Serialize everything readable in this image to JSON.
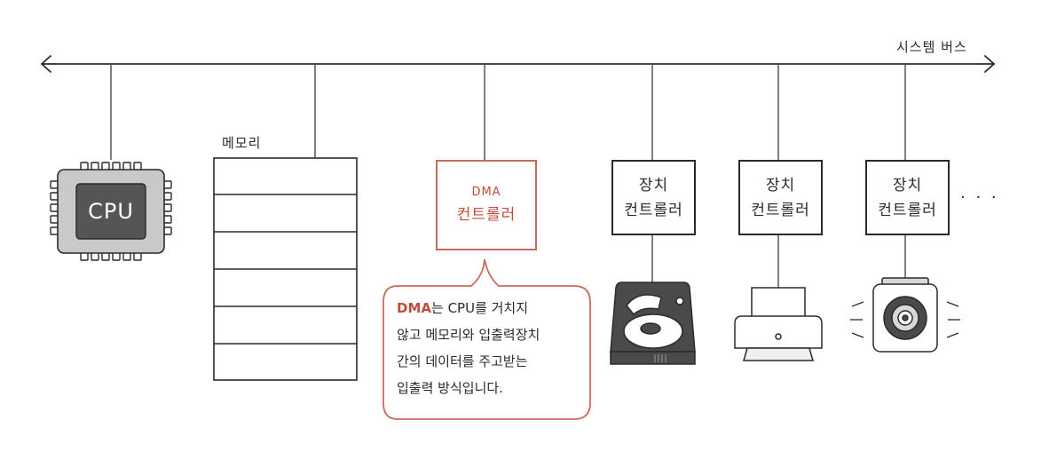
{
  "bus": {
    "label": "시스템 버스"
  },
  "cpu": {
    "label": "CPU"
  },
  "memory": {
    "label": "메모리",
    "cells": 6
  },
  "dma_controller": {
    "line1": "DMA",
    "line2": "컨트롤러"
  },
  "device_controllers": [
    {
      "line1": "장치",
      "line2": "컨트롤러",
      "device": "hard-disk-icon"
    },
    {
      "line1": "장치",
      "line2": "컨트롤러",
      "device": "printer-icon"
    },
    {
      "line1": "장치",
      "line2": "컨트롤러",
      "device": "speaker-icon"
    }
  ],
  "more": "· · ·",
  "callout": {
    "highlight": "DMA",
    "line1_rest": "는 CPU를 거치지",
    "line2": "않고 메모리와 입출력장치",
    "line3": "간의 데이터를 주고받는",
    "line4": "입출력 방식입니다."
  },
  "colors": {
    "accent": "#c44b3c",
    "line": "#2a2a2a",
    "cpu_body": "#c9c9c9",
    "cpu_die": "#555555",
    "device_dark": "#4a4a4a"
  }
}
